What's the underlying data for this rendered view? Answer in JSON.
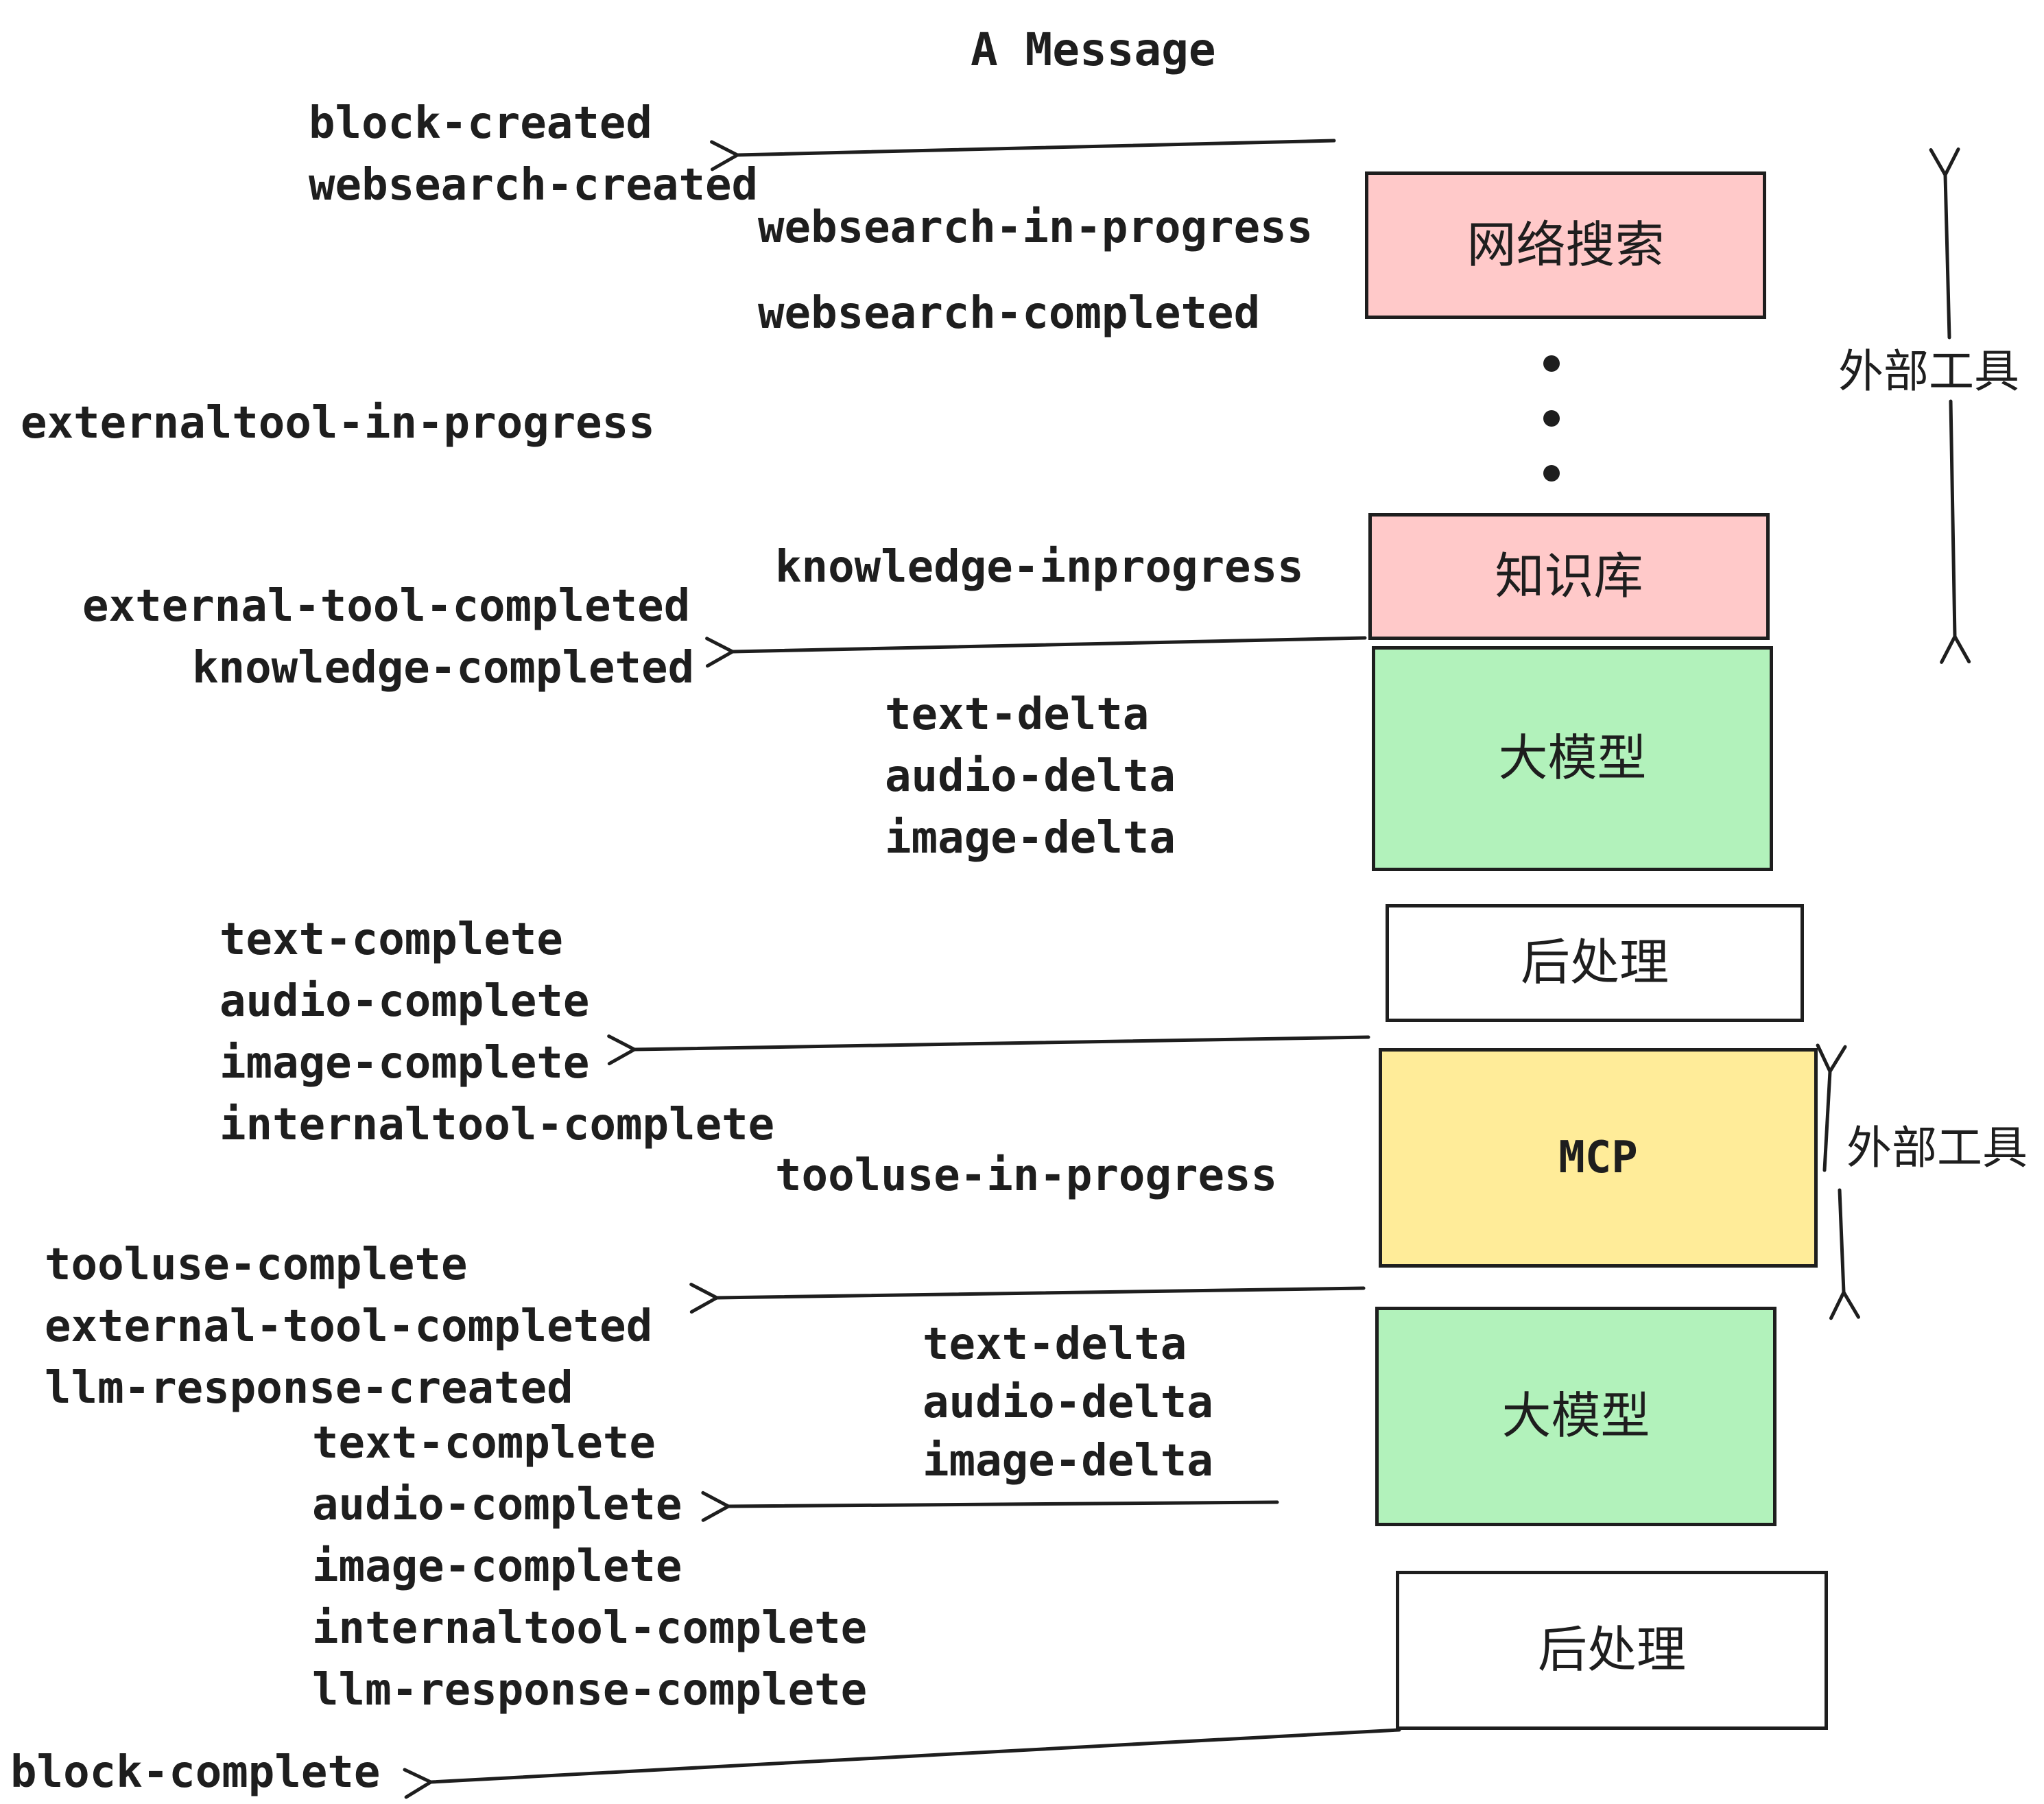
{
  "title": "A Message",
  "colors": {
    "ink": "#1e1e1e",
    "pink": "#ffc9c9",
    "green": "#b2f2bb",
    "yellow": "#ffec99",
    "white": "#ffffff"
  },
  "boxes": [
    {
      "id": "websearch",
      "label": "网络搜索",
      "fill": "#ffc9c9"
    },
    {
      "id": "knowledge",
      "label": "知识库",
      "fill": "#ffc9c9"
    },
    {
      "id": "llm-1",
      "label": "大模型",
      "fill": "#b2f2bb"
    },
    {
      "id": "post-1",
      "label": "后处理",
      "fill": "#ffffff"
    },
    {
      "id": "mcp",
      "label": "MCP",
      "fill": "#ffec99"
    },
    {
      "id": "llm-2",
      "label": "大模型",
      "fill": "#b2f2bb"
    },
    {
      "id": "post-2",
      "label": "后处理",
      "fill": "#ffffff"
    }
  ],
  "annotations": {
    "external_tools_1": "外部工具",
    "external_tools_2": "外部工具"
  },
  "events": [
    {
      "text": "block-created"
    },
    {
      "text": "websearch-created"
    },
    {
      "text": "websearch-in-progress"
    },
    {
      "text": "websearch-completed"
    },
    {
      "text": "externaltool-in-progress"
    },
    {
      "text": "knowledge-inprogress"
    },
    {
      "text": "external-tool-completed"
    },
    {
      "text": "knowledge-completed"
    },
    {
      "text": "text-delta"
    },
    {
      "text": "audio-delta"
    },
    {
      "text": "image-delta"
    },
    {
      "text": "text-complete"
    },
    {
      "text": "audio-complete"
    },
    {
      "text": "image-complete"
    },
    {
      "text": "internaltool-complete"
    },
    {
      "text": "tooluse-in-progress"
    },
    {
      "text": "tooluse-complete"
    },
    {
      "text": "external-tool-completed"
    },
    {
      "text": "llm-response-created"
    },
    {
      "text": "text-delta"
    },
    {
      "text": "audio-delta"
    },
    {
      "text": "image-delta"
    },
    {
      "text": "text-complete"
    },
    {
      "text": "audio-complete"
    },
    {
      "text": "image-complete"
    },
    {
      "text": "internaltool-complete"
    },
    {
      "text": "llm-response-complete"
    },
    {
      "text": "block-complete"
    }
  ]
}
